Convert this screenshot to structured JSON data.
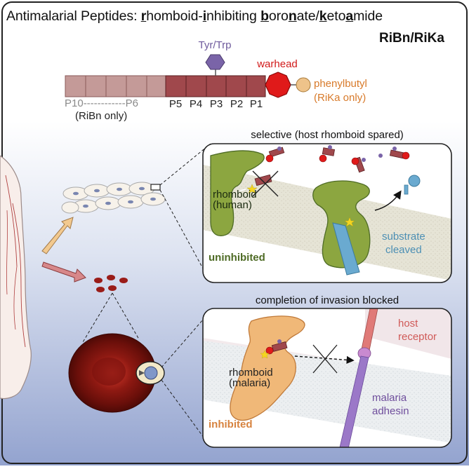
{
  "title": {
    "text_segments": [
      {
        "text": "Antimalarial Peptides: ",
        "u": false
      },
      {
        "text": "r",
        "u": true
      },
      {
        "text": "homboid-",
        "u": false
      },
      {
        "text": "i",
        "u": true
      },
      {
        "text": "nhibiting ",
        "u": false
      },
      {
        "text": "b",
        "u": true
      },
      {
        "text": "oro",
        "u": false
      },
      {
        "text": "n",
        "u": true
      },
      {
        "text": "ate/",
        "u": false
      },
      {
        "text": "k",
        "u": true
      },
      {
        "text": "eto",
        "u": false
      },
      {
        "text": "a",
        "u": true
      },
      {
        "text": "mide",
        "u": false
      }
    ],
    "subtitle": "RiBn/RiKa"
  },
  "peptide": {
    "tyr_trp": "Tyr/Trp",
    "warhead": "warhead",
    "phenylbutyl": "phenylbutyl",
    "rika_only": "(RiKa only)",
    "p10_p6": "P10------------P6",
    "ribn_only": "(RiBn only)",
    "positions": [
      "P5",
      "P4",
      "P3",
      "P2",
      "P1"
    ]
  },
  "top_panel": {
    "caption": "selective (host rhomboid spared)",
    "rhomboid_label": "rhomboid\n(human)",
    "substrate_label": "substrate\ncleaved",
    "state": "uninhibited"
  },
  "bottom_panel": {
    "caption": "completion of invasion blocked",
    "rhomboid_label": "rhomboid\n(malaria)",
    "receptor_label": "host\nreceptor",
    "adhesin_label": "malaria\nadhesin",
    "state": "inhibited"
  },
  "colors": {
    "light_peptide": "#c49a98",
    "dark_peptide": "#a0484c",
    "warhead": "#e01a1a",
    "phenylbutyl": "#eec38a",
    "tyr_trp": "#7a64a8",
    "human_rhomboid": "#8ca640",
    "malaria_rhomboid": "#f0b878",
    "substrate": "#6aaad0",
    "adhesin": "#9b78c8",
    "receptor": "#e07a78",
    "uninhibited_text": "#4e6b25",
    "inhibited_text": "#d7833f",
    "title_red": "#d11a1a",
    "phenyl_text": "#d87a2a",
    "tyr_text": "#6e5a9c",
    "substrate_text": "#4c8fb4",
    "adhesin_text": "#6f4e9c",
    "receptor_text": "#d05a58"
  }
}
